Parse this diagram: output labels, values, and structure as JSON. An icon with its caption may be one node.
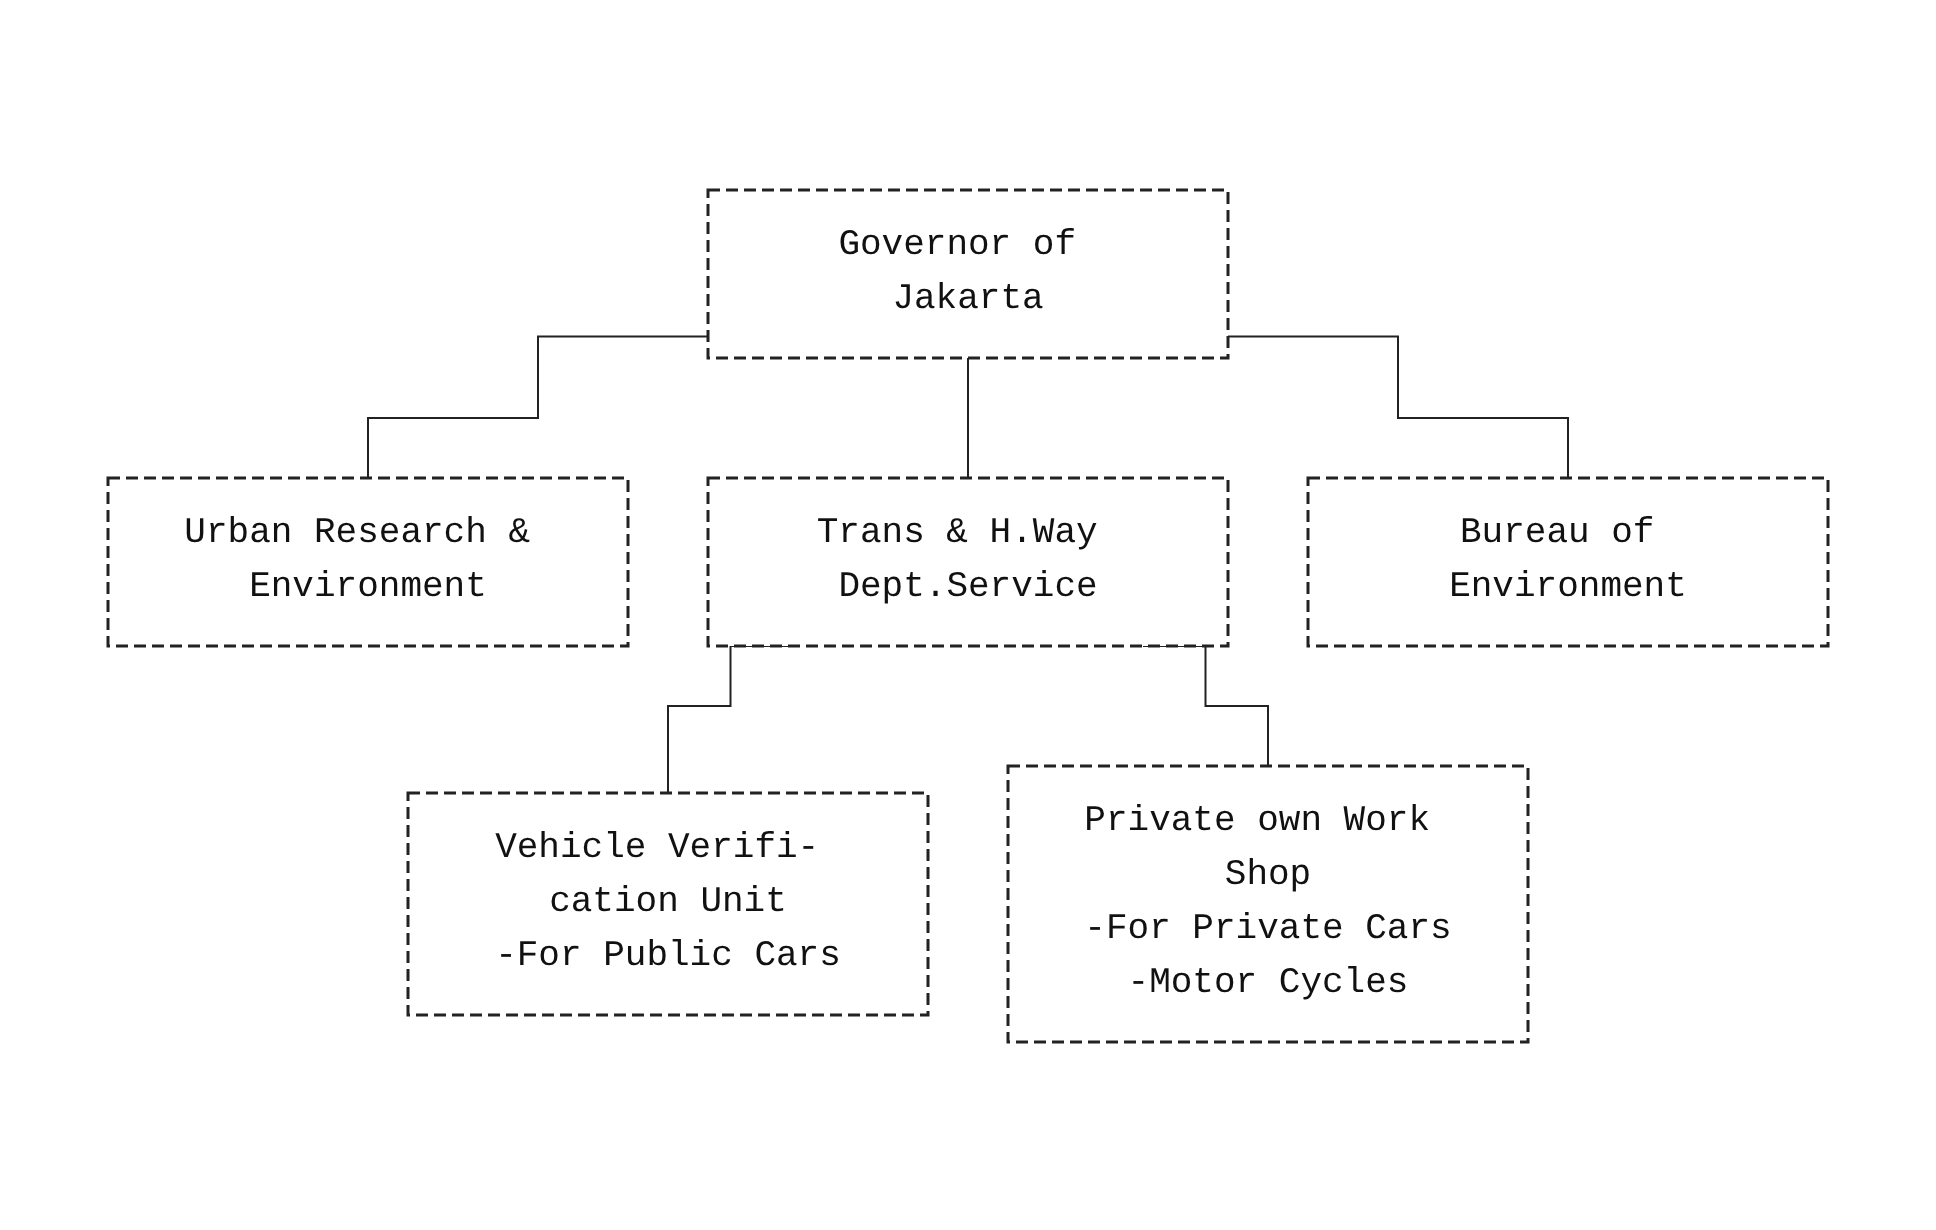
{
  "diagram": {
    "nodes": [
      {
        "text": [
          "Governor of Jakarta"
        ]
      },
      {
        "text": [
          "Urban Research & Environment"
        ]
      },
      {
        "text": [
          "Trans & H.Way Dept.Service"
        ]
      },
      {
        "text": [
          "Bureau of Environment"
        ]
      },
      {
        "text": [
          "Vehicle Verifi- cation Unit",
          "-For Public Cars"
        ]
      },
      {
        "text": [
          "Private own Work Shop",
          "-For Private Cars",
          "-Motor Cycles"
        ]
      }
    ],
    "edges": [
      {
        "from": 0,
        "to": 1,
        "arrow": "none"
      },
      {
        "from": 0,
        "to": 2,
        "arrow": "none"
      },
      {
        "from": 0,
        "to": 3,
        "arrow": "none"
      },
      {
        "from": 2,
        "to": 4,
        "arrow": "none"
      },
      {
        "from": 2,
        "to": 5,
        "arrow": "none"
      }
    ]
  }
}
